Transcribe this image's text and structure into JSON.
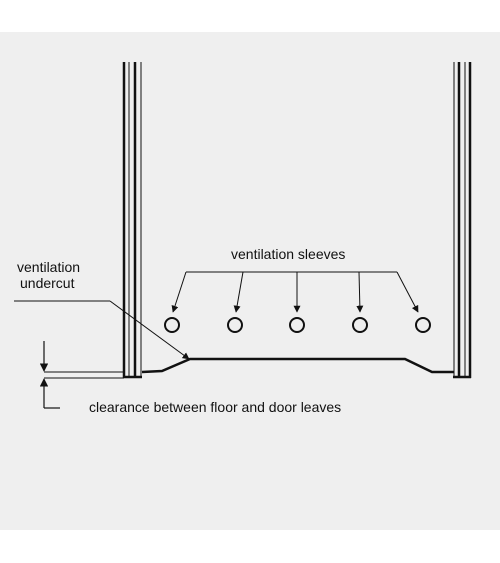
{
  "colors": {
    "background": "#efefef",
    "page": "#ffffff",
    "line": "#111111"
  },
  "labels": {
    "ventilation_sleeves": "ventilation sleeves",
    "ventilation_undercut_line1": "ventilation",
    "ventilation_undercut_line2": "undercut",
    "clearance": "clearance between floor and door leaves"
  },
  "sleeves": {
    "count": 5
  }
}
